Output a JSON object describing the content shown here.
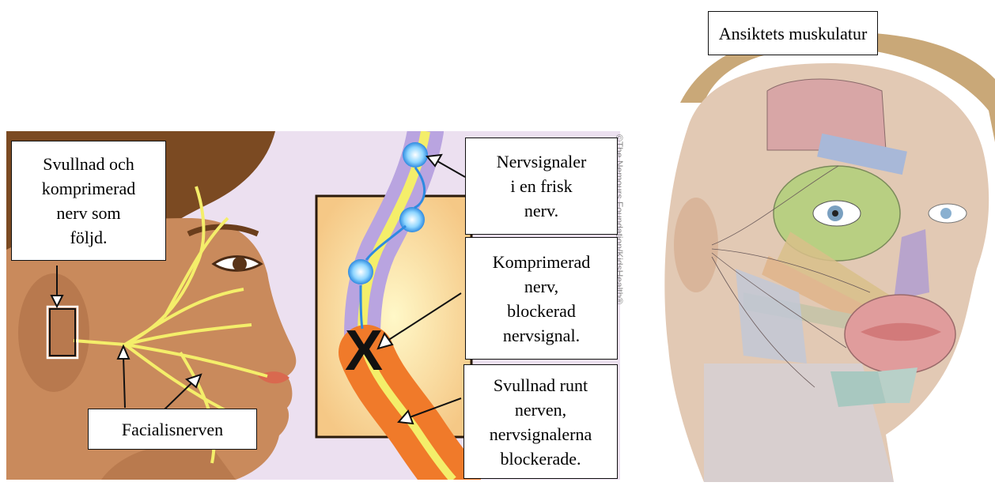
{
  "labels": {
    "swollen_nerve": "Svullnad och\nkomprimerad\nnerv som\nföljd.",
    "healthy_signals": "Nervsignaler\ni en frisk\nnerv.",
    "compressed_nerve": "Komprimerad\nnerv,\nblockerad\nnervsignal.",
    "swelling_around": "Svullnad runt\nnerven,\nnervsignalerna\nblockerade.",
    "facial_nerve": "Facialisnerven",
    "face_muscles": "Ansiktets muskulatur"
  },
  "credit": "©The Nemours Foundation/KidsHealth®",
  "block_mark": "X",
  "colors": {
    "skin": "#c98a5c",
    "hair": "#7b4a22",
    "nerve": "#f4ee6a",
    "nerve_sheath": "#b9a4e0",
    "swelling": "#f07a2a",
    "signal": "#2e8ae0",
    "background_panel": "#ecd9ee"
  }
}
